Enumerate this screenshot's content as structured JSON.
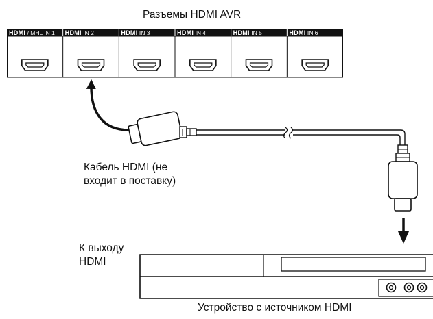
{
  "avr": {
    "title": "Разъемы HDMI AVR",
    "ports": [
      {
        "brand": "HDMI",
        "suffix": "/ MHL IN 1"
      },
      {
        "brand": "HDMI",
        "suffix": "IN 2"
      },
      {
        "brand": "HDMI",
        "suffix": "IN 3"
      },
      {
        "brand": "HDMI",
        "suffix": "IN 4"
      },
      {
        "brand": "HDMI",
        "suffix": "IN 5"
      },
      {
        "brand": "HDMI",
        "suffix": "IN 6"
      }
    ]
  },
  "cable": {
    "label_line1": "Кабель HDMI (не",
    "label_line2": "входит в поставку)"
  },
  "output": {
    "label_line1": "К выходу",
    "label_line2": "HDMI"
  },
  "source": {
    "label": "Устройство с источником HDMI"
  }
}
